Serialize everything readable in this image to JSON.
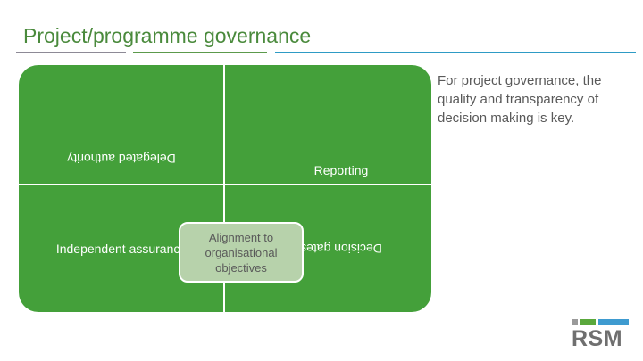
{
  "slide": {
    "title": "Project/programme governance",
    "title_color": "#4a8a3c",
    "rule": {
      "grey_color": "#8d8a96",
      "green_color": "#5c9a4c",
      "blue_color": "#2e9bc5"
    }
  },
  "diagram": {
    "background_color": "#44a03a",
    "divider_color": "#ffffff",
    "quadrants": [
      {
        "id": "top-left",
        "label": "Delegated authority",
        "rotated": true
      },
      {
        "id": "top-right",
        "label": "Reporting",
        "rotated": false
      },
      {
        "id": "bottom-left",
        "label": "Independent assurance",
        "rotated": false
      },
      {
        "id": "bottom-right",
        "label": "Decision gates",
        "rotated": true
      }
    ],
    "centre": {
      "label": "Alignment to organisational objectives",
      "background_color": "#b7d2ab",
      "text_color": "#595959"
    }
  },
  "body": {
    "text": "For project governance, the quality and transparency of decision making is key.",
    "text_color": "#595959"
  },
  "logo": {
    "wordmark": "RSM",
    "wordmark_color": "#6f6f6f",
    "bar_colors": {
      "grey": "#9a9a9a",
      "green": "#5aa83c",
      "blue": "#3e9bd0"
    }
  }
}
